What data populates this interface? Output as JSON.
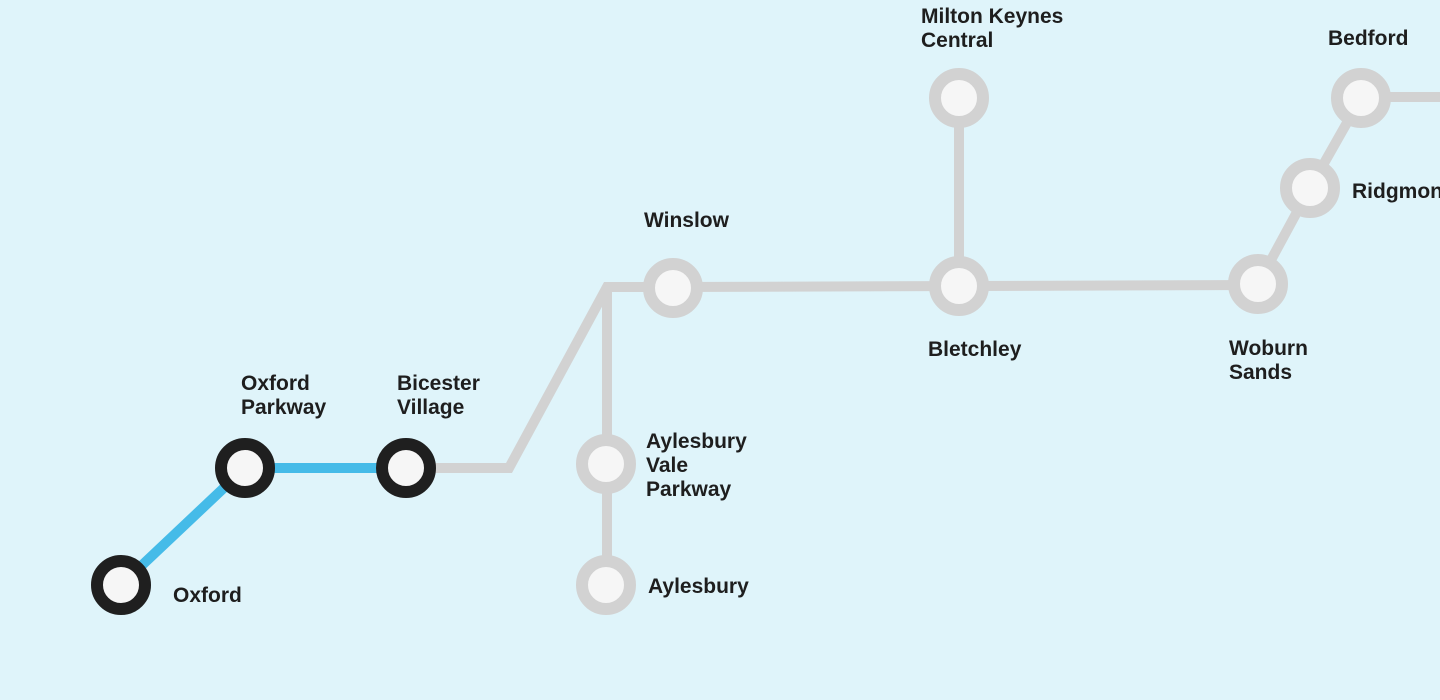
{
  "colors": {
    "background": "#dff4fa",
    "active_line": "#45bbe8",
    "inactive_line": "#d2d2d2",
    "active_station_ring": "#1f1f1f",
    "inactive_station_ring": "#d2d2d2",
    "station_fill": "#f6f6f6"
  },
  "stations": [
    {
      "id": "oxford",
      "name_lines": [
        "Oxford"
      ],
      "active": true
    },
    {
      "id": "oxford-parkway",
      "name_lines": [
        "Oxford",
        "Parkway"
      ],
      "active": true
    },
    {
      "id": "bicester-village",
      "name_lines": [
        "Bicester",
        "Village"
      ],
      "active": true
    },
    {
      "id": "winslow",
      "name_lines": [
        "Winslow"
      ],
      "active": false
    },
    {
      "id": "aylesbury-vale-parkway",
      "name_lines": [
        "Aylesbury",
        "Vale",
        "Parkway"
      ],
      "active": false
    },
    {
      "id": "aylesbury",
      "name_lines": [
        "Aylesbury"
      ],
      "active": false
    },
    {
      "id": "milton-keynes-central",
      "name_lines": [
        "Milton Keynes",
        "Central"
      ],
      "active": false
    },
    {
      "id": "bletchley",
      "name_lines": [
        "Bletchley"
      ],
      "active": false
    },
    {
      "id": "woburn-sands",
      "name_lines": [
        "Woburn",
        "Sands"
      ],
      "active": false
    },
    {
      "id": "ridgmont",
      "name_lines": [
        "Ridgmon"
      ],
      "active": false
    },
    {
      "id": "bedford",
      "name_lines": [
        "Bedford"
      ],
      "active": false
    }
  ]
}
